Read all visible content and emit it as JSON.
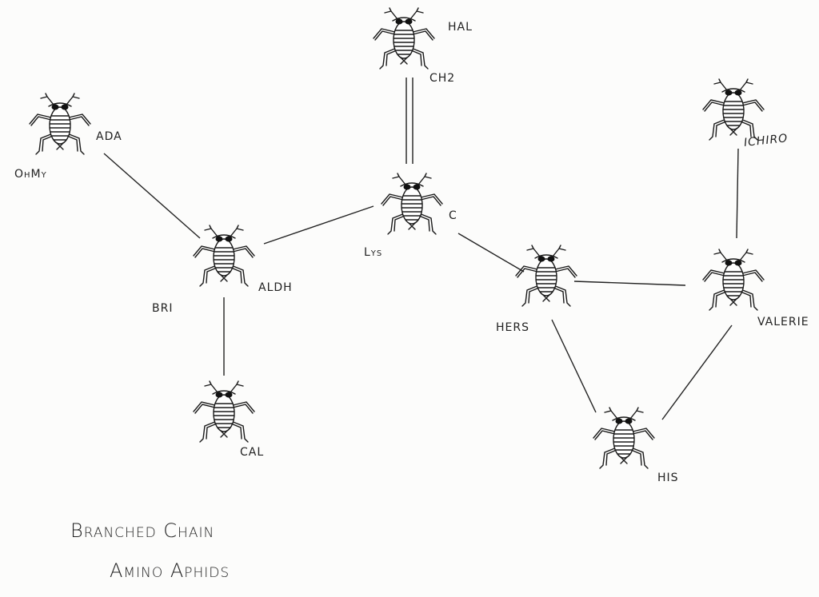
{
  "title": {
    "line1": "Branched Chain",
    "line2": "Amino Aphids"
  },
  "nodes": [
    {
      "id": "ohmy",
      "labels": [
        "ADA",
        "OhMy"
      ]
    },
    {
      "id": "hal",
      "labels": [
        "HAL",
        "CH2"
      ]
    },
    {
      "id": "lys",
      "labels": [
        "Lys",
        "C"
      ]
    },
    {
      "id": "aldh",
      "labels": [
        "ALDH",
        "BRI"
      ]
    },
    {
      "id": "cal",
      "labels": [
        "CAL"
      ]
    },
    {
      "id": "hers",
      "labels": [
        "HERS"
      ]
    },
    {
      "id": "valerie",
      "labels": [
        "VALERIE"
      ]
    },
    {
      "id": "ichiro",
      "labels": [
        "ICHIRO"
      ]
    },
    {
      "id": "his",
      "labels": [
        "HIS"
      ]
    }
  ],
  "edges": [
    {
      "from": "ohmy",
      "to": "aldh",
      "bond": "single"
    },
    {
      "from": "aldh",
      "to": "lys",
      "bond": "single"
    },
    {
      "from": "hal",
      "to": "lys",
      "bond": "double"
    },
    {
      "from": "aldh",
      "to": "cal",
      "bond": "single"
    },
    {
      "from": "lys",
      "to": "hers",
      "bond": "single"
    },
    {
      "from": "hers",
      "to": "valerie",
      "bond": "single"
    },
    {
      "from": "ichiro",
      "to": "valerie",
      "bond": "single"
    },
    {
      "from": "hers",
      "to": "his",
      "bond": "single"
    },
    {
      "from": "valerie",
      "to": "his",
      "bond": "single"
    }
  ]
}
